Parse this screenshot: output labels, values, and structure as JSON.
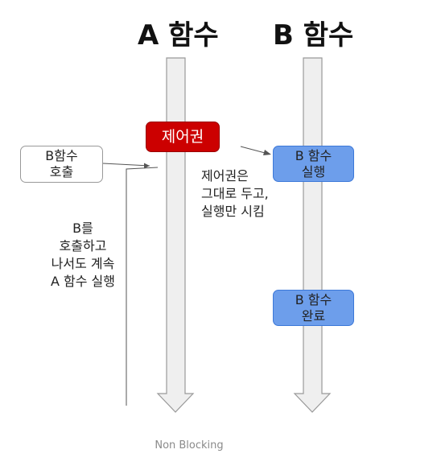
{
  "diagram": {
    "title_a": "A 함수",
    "title_b": "B 함수",
    "control_label": "제어권",
    "call_b_label": "B함수\n호출",
    "b_running_label": "B 함수\n실행",
    "b_done_label": "B 함수\n완료",
    "keep_control_note": "제어권은\n그대로 두고,\n실행만 시킴",
    "continue_a_note": "B를\n호출하고\n나서도 계속\nA 함수 실행",
    "colors": {
      "timeline_fill": "#efefef",
      "timeline_stroke": "#999999",
      "control_red": "#cc0000",
      "b_box_blue": "#6d9eeb"
    }
  },
  "caption": "Non Blocking"
}
